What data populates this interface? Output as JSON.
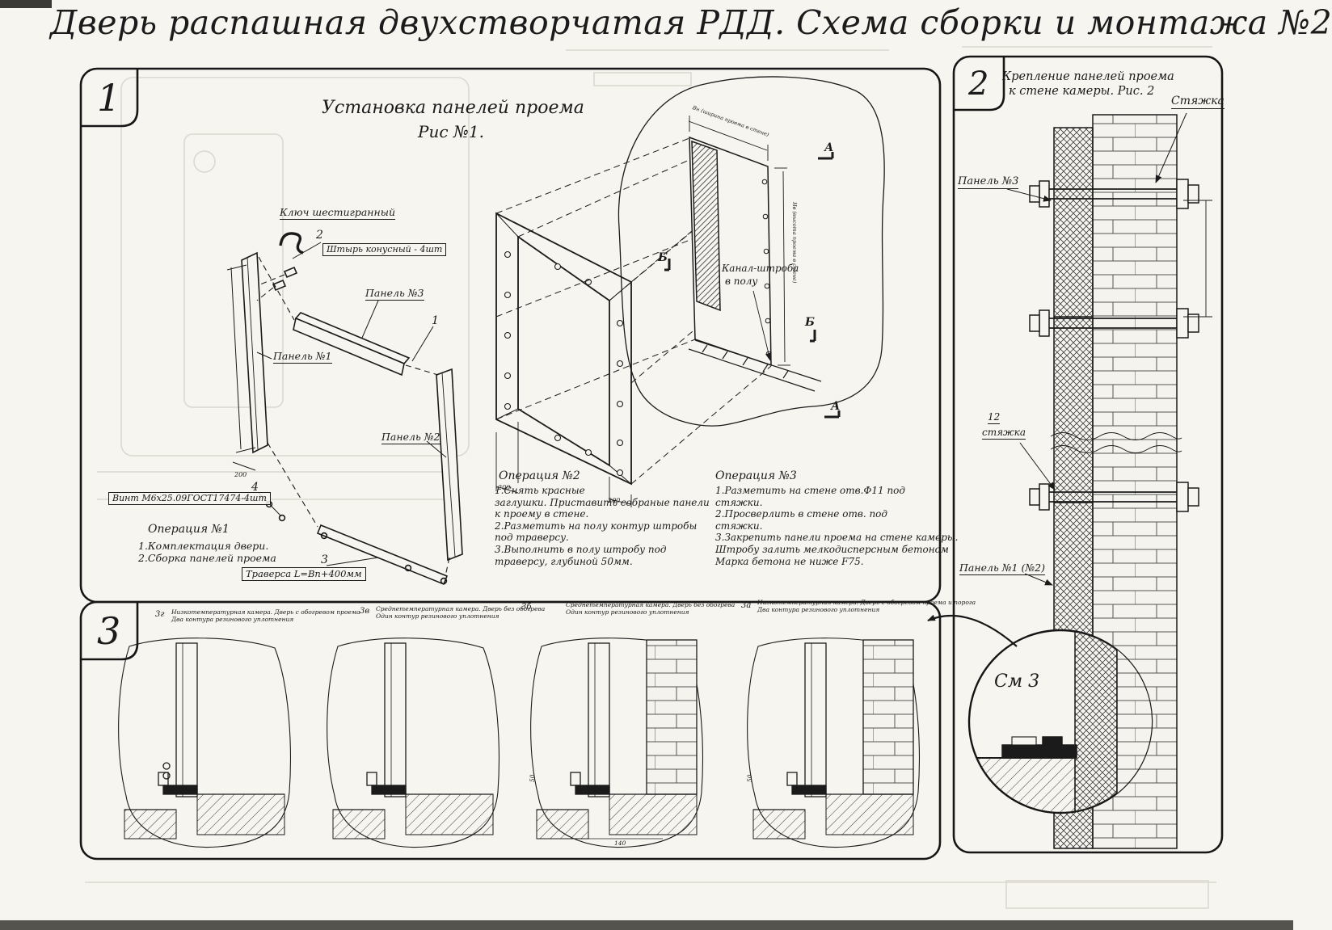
{
  "page": {
    "title": "Дверь распашная двухстворчатая РДД.  Схема сборки и монтажа №2"
  },
  "section1": {
    "number": "1",
    "fig_title": "Установка панелей проема",
    "fig_subtitle": "Рис №1.",
    "labels": {
      "hex_key": "Ключ шестигранный",
      "item2": "2",
      "pin": "Штырь конусный - 4шт",
      "panel3": "Панель №3",
      "item1": "1",
      "panel1": "Панель №1",
      "panel2": "Панель №2",
      "item4": "4",
      "screw": "Винт М6х25.09ГОСТ17474-4шт",
      "item3": "3",
      "traverse": "Траверса  L=Bn+400мм",
      "channel_line1": "Канал-штроба",
      "channel_line2": "в полу",
      "cut_a": "А",
      "cut_b": "Б",
      "dim_width": "Вн (ширина проема в стене)",
      "dim_height": "Нв (высота проема в стене)",
      "dim200": "200"
    },
    "operations": {
      "op1_title": "Операция №1",
      "op1_lines": [
        "1.Комплектация двери.",
        "2.Сборка панелей проема"
      ],
      "op2_title": "Операция №2",
      "op2_lines": [
        "1.Снять красные",
        "заглушки. Приставить собраные панели",
        "к проему в стене.",
        "2.Разметить на полу контур штробы",
        "под траверсу.",
        "3.Выполнить в полу штробу под",
        "траверсу, глубиной 50мм."
      ],
      "op3_title": "Операция №3",
      "op3_lines": [
        "1.Разметить на стене отв.Ф11 под",
        "стяжки.",
        "2.Просверлить в стене отв.  под",
        "стяжки.",
        "3.Закрепить панели проема на стене камеры.",
        "Штробу залить мелкодисперсным бетоном",
        "Марка бетона не ниже   F75."
      ]
    }
  },
  "section2": {
    "number": "2",
    "title_line1": "Крепление панелей проема",
    "title_line2": "к стене камеры. Рис. 2",
    "labels": {
      "tie": "Стяжка",
      "panel3": "Панель №3",
      "pos12": "12",
      "tie_small": "стяжка",
      "panel1": "Панель №1 (№2)",
      "see3": "См 3"
    }
  },
  "section3": {
    "number": "3",
    "figures": [
      {
        "id": "3г",
        "line1": "Низкотемпературная камера. Дверь с обогревом проема",
        "line2": "Два контура резинового уплотнения"
      },
      {
        "id": "3в",
        "line1": "Среднетемпературная камера. Дверь без обогрева",
        "line2": "Один контур резинового уплотнения"
      },
      {
        "id": "3б",
        "line1": "Среднетемпературная камера. Дверь без обогрева",
        "line2": "Один контур резинового уплотнения"
      },
      {
        "id": "3а",
        "line1": "Низкотемпературная камера. Дверь с обогревом проема и порога",
        "line2": "Два контура резинового уплотнения"
      }
    ],
    "dims": {
      "d50": "50",
      "d140": "140"
    }
  }
}
